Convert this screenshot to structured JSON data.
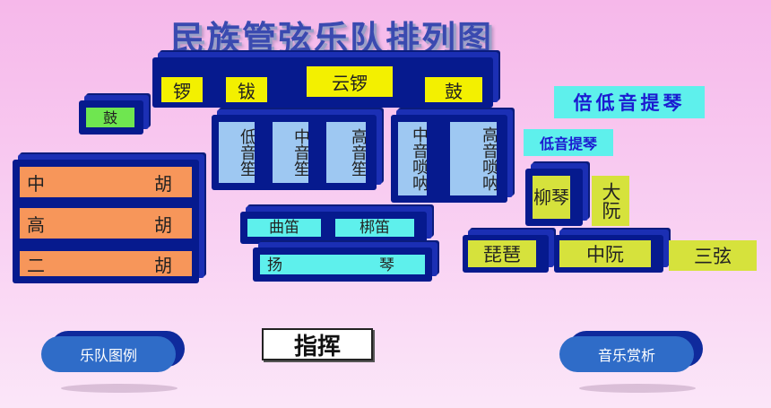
{
  "title": "民族管弦乐队排列图",
  "percussion": {
    "items": [
      "锣",
      "钹",
      "云锣",
      "鼓"
    ]
  },
  "left_small": "鼓",
  "winds_1": [
    "低音笙",
    "中音笙",
    "高音笙"
  ],
  "winds_2": [
    "中音唢呐",
    "高音唢呐"
  ],
  "huqin": [
    {
      "left": "中",
      "right": "胡"
    },
    {
      "left": "高",
      "right": "胡"
    },
    {
      "left": "二",
      "right": "胡"
    }
  ],
  "flutes": [
    "曲笛",
    "梆笛"
  ],
  "yangqin": {
    "left": "扬",
    "right": "琴"
  },
  "bei_di_yin_ti_qin": "倍低音提琴",
  "di_yin_ti_qin": "低音提琴",
  "plucked": {
    "liuqin": "柳琴",
    "daruan": "大阮",
    "pipa": "琵琶",
    "zhongruan": "中阮",
    "sanxian": "三弦"
  },
  "buttons": {
    "legend": "乐队图例",
    "appreciation": "音乐赏析"
  },
  "conductor": "指挥"
}
